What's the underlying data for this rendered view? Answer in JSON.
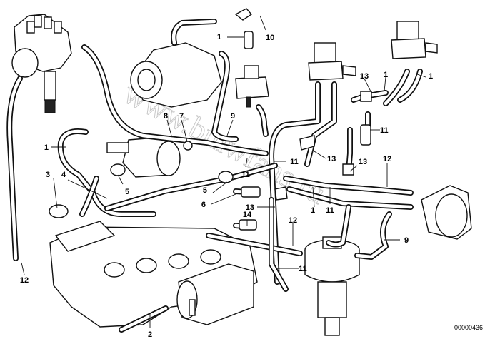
{
  "diagram": {
    "reference_number": "00000436",
    "watermark": "www.bmwfans.ru",
    "callouts": [
      "1",
      "2",
      "3",
      "4",
      "5",
      "6",
      "7",
      "8",
      "9",
      "10",
      "11",
      "12",
      "13",
      "14"
    ]
  }
}
